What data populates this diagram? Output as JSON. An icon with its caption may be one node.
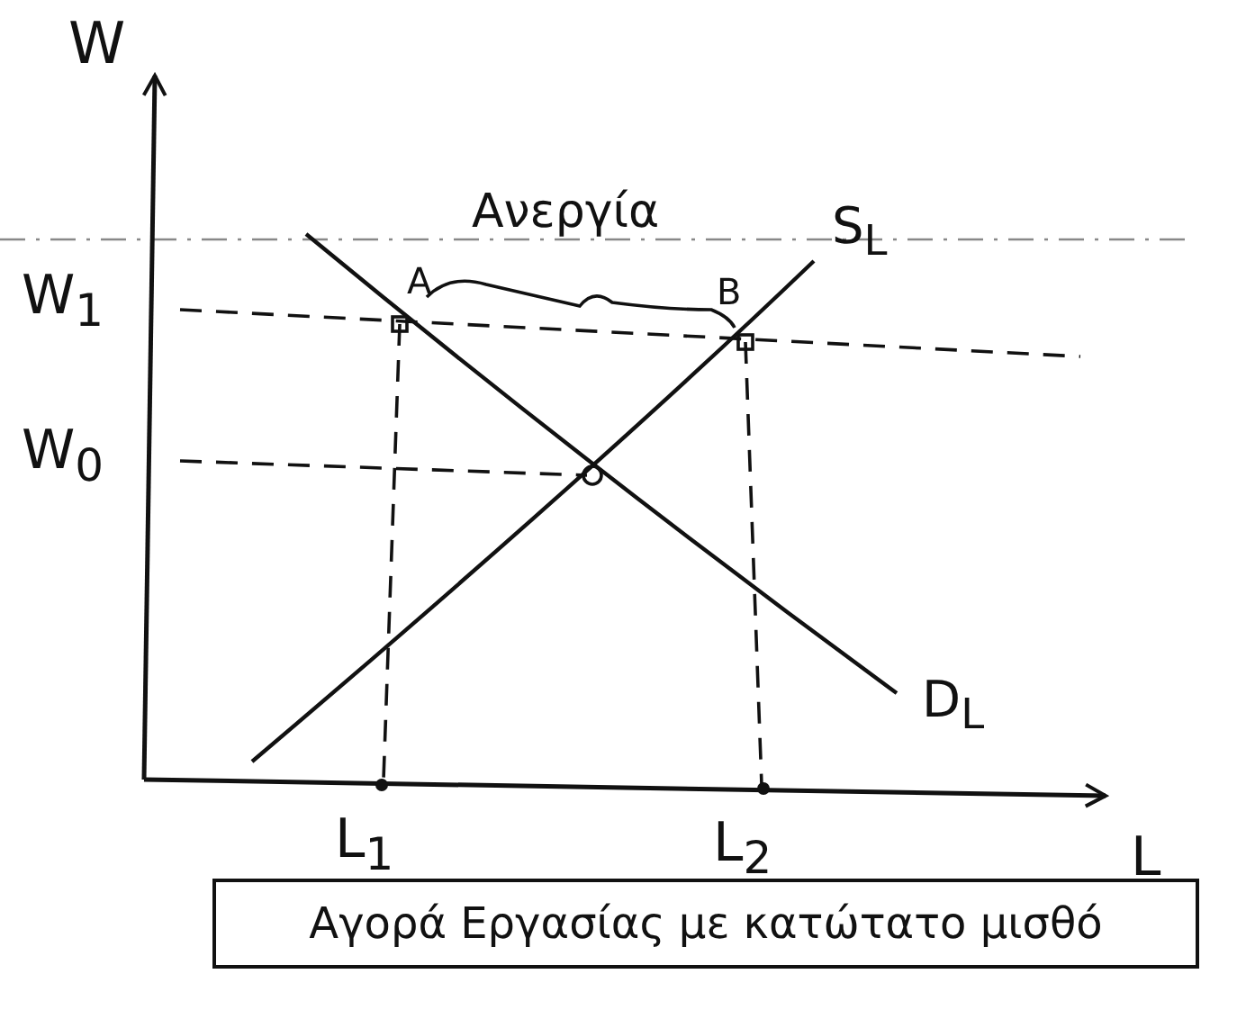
{
  "diagram": {
    "caption": "Αγορά Εργασίας με κατώτατο μισθό",
    "labels": [
      "W",
      "Ανεργία",
      "S$_{L}$",
      "A",
      "B",
      "W$_{1}$",
      "W$_{0}$",
      "D$_{L}$",
      "L$_{1}$",
      "L$_{2}$",
      "L"
    ]
  }
}
